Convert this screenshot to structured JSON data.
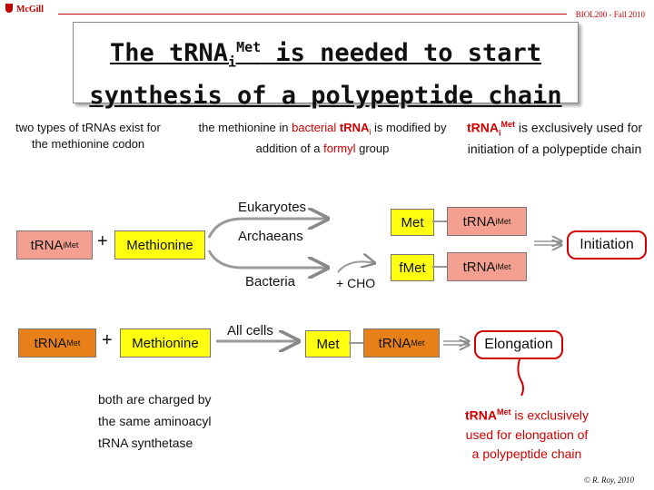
{
  "header": {
    "institution": "McGill",
    "course": "BIOL200 - Fall 2010"
  },
  "title": {
    "line1_pre": "The tRNA",
    "line1_sub": "i",
    "line1_sup": "Met",
    "line1_post": " is needed to start",
    "line2": "synthesis of a polypeptide chain"
  },
  "notes": {
    "two_types": "two types of tRNAs exist for the methionine codon",
    "bacterial_pre": "the methionine in ",
    "bacterial_red": "bacterial",
    "bacterial_trna": "tRNA",
    "bacterial_trna_sub": "i",
    "bacterial_mid": " is modified by addition of a ",
    "bacterial_formyl": "formyl",
    "bacterial_post": " group",
    "initiation_trna": "tRNA",
    "initiation_sub": "i",
    "initiation_sup": "Met",
    "initiation_text": " is exclusively used for initiation of a polypeptide chain",
    "charged_1": "both are charged by",
    "charged_2": "the same aminoacyl",
    "charged_3": "tRNA synthetase",
    "elong_trna": "tRNA",
    "elong_sup": "Met",
    "elong_text_1": " is exclusively",
    "elong_text_2": "used for elongation of",
    "elong_text_3": "a polypeptide chain"
  },
  "diagram": {
    "trna": "tRNA",
    "sub_i": "i",
    "sup_met": "Met",
    "plus": "+",
    "methionine": "Methionine",
    "eukaryotes": "Eukaryotes",
    "archaeans": "Archaeans",
    "bacteria": "Bacteria",
    "cho": "+ CHO",
    "met": "Met",
    "fmet": "fMet",
    "initiation": "Initiation",
    "all_cells": "All cells",
    "elongation": "Elongation"
  },
  "footer": {
    "copyright": "© R. Roy, 2010"
  },
  "colors": {
    "red": "#d00000",
    "pink": "#f4a090",
    "yellow": "#ffff10",
    "orange": "#e8801a"
  }
}
